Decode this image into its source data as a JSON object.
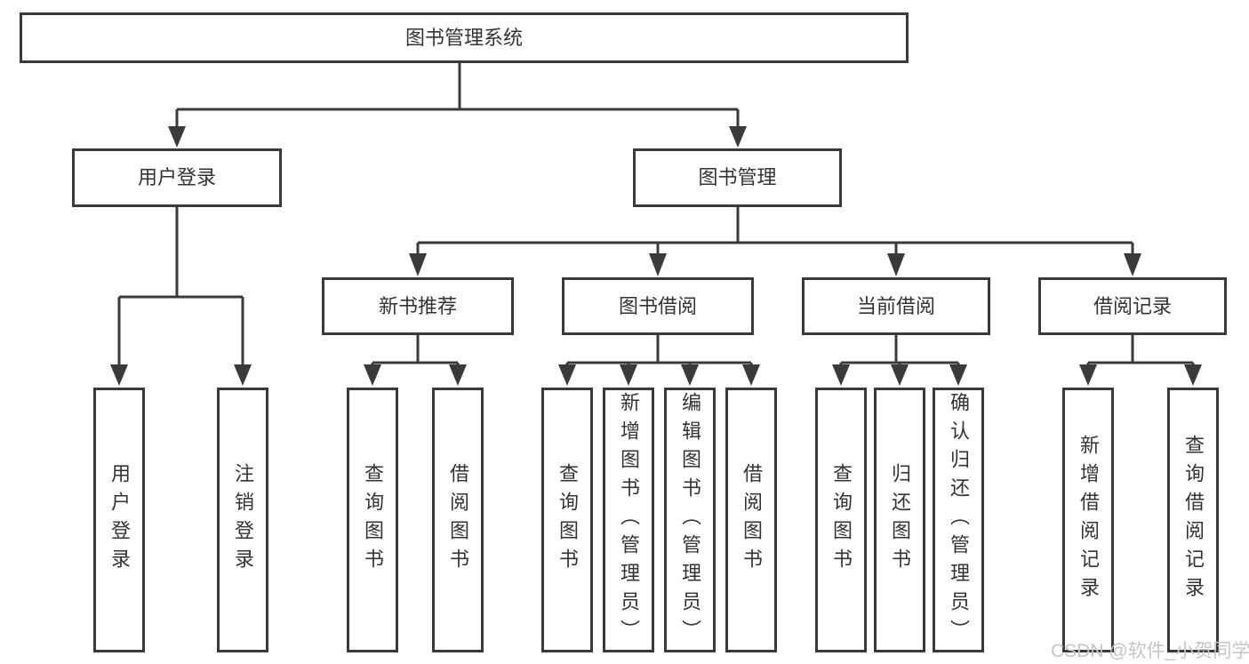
{
  "diagram": {
    "type": "hierarchy-tree",
    "root": {
      "label": "图书管理系统",
      "children": [
        {
          "label": "用户登录",
          "children": [
            {
              "label": "用户登录"
            },
            {
              "label": "注销登录"
            }
          ]
        },
        {
          "label": "图书管理",
          "children": [
            {
              "label": "新书推荐",
              "children": [
                {
                  "label": "查询图书"
                },
                {
                  "label": "借阅图书"
                }
              ]
            },
            {
              "label": "图书借阅",
              "children": [
                {
                  "label": "查询图书"
                },
                {
                  "label": "新增图书（管理员）"
                },
                {
                  "label": "编辑图书（管理员）"
                },
                {
                  "label": "借阅图书"
                }
              ]
            },
            {
              "label": "当前借阅",
              "children": [
                {
                  "label": "查询图书"
                },
                {
                  "label": "归还图书"
                },
                {
                  "label": "确认归还（管理员）"
                }
              ]
            },
            {
              "label": "借阅记录",
              "children": [
                {
                  "label": "新增借阅记录"
                },
                {
                  "label": "查询借阅记录"
                }
              ]
            }
          ]
        }
      ]
    },
    "colors": {
      "line": "#3a3a3a",
      "text": "#333333",
      "background": "#ffffff",
      "watermark": "#c5c5c5"
    }
  },
  "watermark": {
    "text": "CSDN @软件_小贺同学"
  }
}
